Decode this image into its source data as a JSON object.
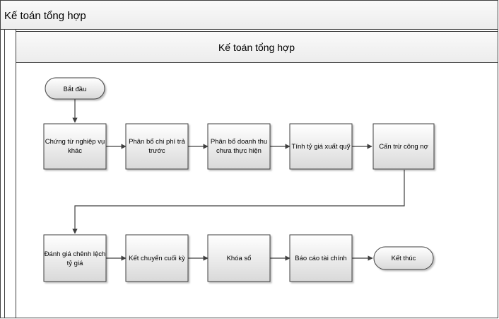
{
  "pool": {
    "title": "Kế toán tổng hợp"
  },
  "lane": {
    "title": "Kế toán tổng hợp"
  },
  "nodes": {
    "start": "Bắt đầu",
    "chung_tu": [
      "Chứng từ nghiệp vụ",
      "khác"
    ],
    "phan_bo_chi_phi": [
      "Phân bổ chi phí trả",
      "trước"
    ],
    "phan_bo_doanh_thu": [
      "Phân bổ doanh thu",
      "chưa thực hiện"
    ],
    "tinh_ty_gia": "Tính tỷ giá xuất quỹ",
    "can_tru": "Cấn trừ công nợ",
    "danh_gia": [
      "Đánh giá chênh lệch",
      "tỷ giá"
    ],
    "ket_chuyen": "Kết chuyển cuối kỳ",
    "khoa_so": "Khóa sổ",
    "bao_cao": "Báo cáo tài chính",
    "end": "Kết thúc"
  },
  "colors": {
    "pool_header": "#f2f2f2",
    "box_fill_top": "#ffffff",
    "box_fill_bottom": "#dcdcdc",
    "border": "#404040"
  }
}
